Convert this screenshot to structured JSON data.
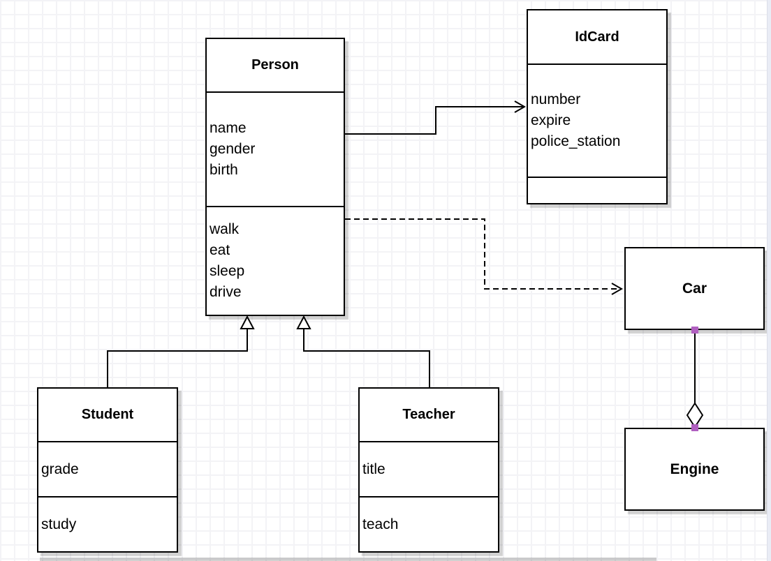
{
  "diagram": {
    "type": "uml-class-diagram",
    "classes": {
      "person": {
        "name": "Person",
        "attributes": [
          "name",
          "gender",
          "birth"
        ],
        "methods": [
          "walk",
          "eat",
          "sleep",
          "drive"
        ]
      },
      "idcard": {
        "name": "IdCard",
        "attributes": [
          "number",
          "expire",
          "police_station"
        ],
        "methods": []
      },
      "car": {
        "name": "Car",
        "attributes": [],
        "methods": []
      },
      "engine": {
        "name": "Engine",
        "attributes": [],
        "methods": []
      },
      "student": {
        "name": "Student",
        "attributes": [
          "grade"
        ],
        "methods": [
          "study"
        ]
      },
      "teacher": {
        "name": "Teacher",
        "attributes": [
          "title"
        ],
        "methods": [
          "teach"
        ]
      }
    },
    "relationships": [
      {
        "from": "Person",
        "to": "IdCard",
        "type": "association",
        "line": "solid",
        "arrowhead": "open"
      },
      {
        "from": "Person",
        "to": "Car",
        "type": "dependency",
        "line": "dashed",
        "arrowhead": "open"
      },
      {
        "from": "Student",
        "to": "Person",
        "type": "generalization",
        "line": "solid",
        "arrowhead": "hollow-triangle"
      },
      {
        "from": "Teacher",
        "to": "Person",
        "type": "generalization",
        "line": "solid",
        "arrowhead": "hollow-triangle"
      },
      {
        "from": "Car",
        "to": "Engine",
        "type": "aggregation",
        "line": "solid",
        "arrowhead": "hollow-diamond"
      }
    ],
    "colors": {
      "shape_fill": "#ffffff",
      "shape_stroke": "#000000",
      "connection_point": "#b05fc0",
      "grid_line": "#f3f3f6"
    }
  }
}
